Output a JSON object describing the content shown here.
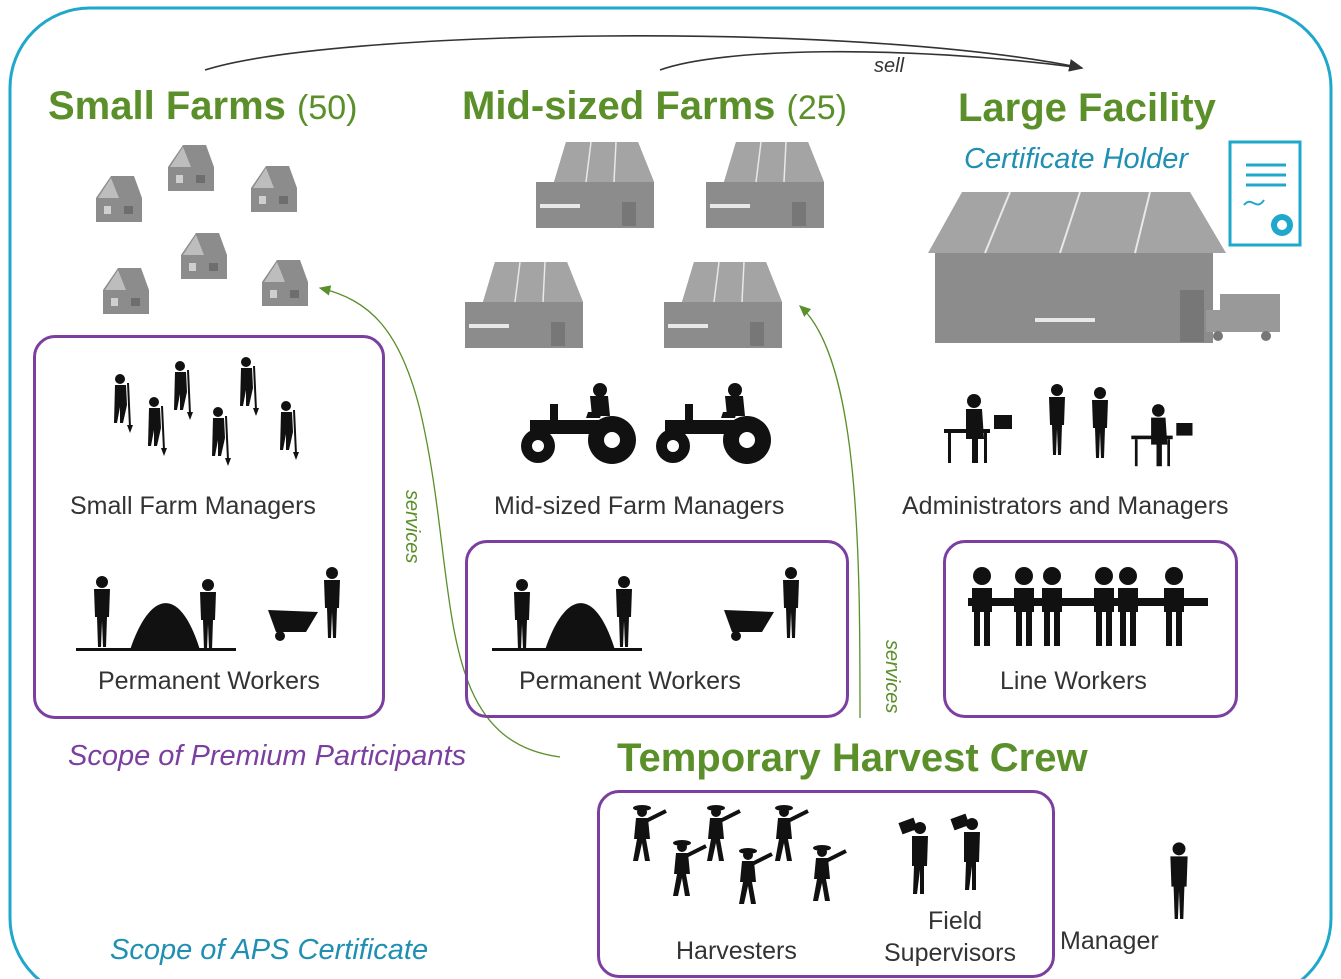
{
  "colors": {
    "outer_border": "#1fa8cc",
    "title_green": "#5a8f2a",
    "scope_purple": "#7b3fa0",
    "scope_blue": "#1f8fb3",
    "building_gray": "#8c8c8c"
  },
  "flow": {
    "sell_label": "sell",
    "services_label": "services"
  },
  "small_farms": {
    "title": "Small Farms",
    "count": "(50)",
    "managers": "Small Farm Managers",
    "workers": "Permanent Workers"
  },
  "mid_farms": {
    "title": "Mid-sized Farms",
    "count": "(25)",
    "managers": "Mid-sized Farm Managers",
    "workers": "Permanent Workers"
  },
  "large_facility": {
    "title": "Large Facility",
    "subtitle": "Certificate Holder",
    "admins": "Administrators and Managers",
    "line_workers": "Line Workers"
  },
  "harvest_crew": {
    "title": "Temporary Harvest Crew",
    "harvesters": "Harvesters",
    "supervisors_line1": "Field",
    "supervisors_line2": "Supervisors",
    "manager": "Manager"
  },
  "scope": {
    "premium": "Scope of Premium Participants",
    "aps": "Scope of APS Certificate"
  },
  "icons": [
    "house-icon",
    "barn-icon",
    "facility-icon",
    "certificate-icon",
    "truck-icon",
    "farmer-shovel-icon",
    "tractor-icon",
    "office-worker-icon",
    "line-worker-icon",
    "harvester-icon",
    "supervisor-icon",
    "manager-person-icon"
  ]
}
